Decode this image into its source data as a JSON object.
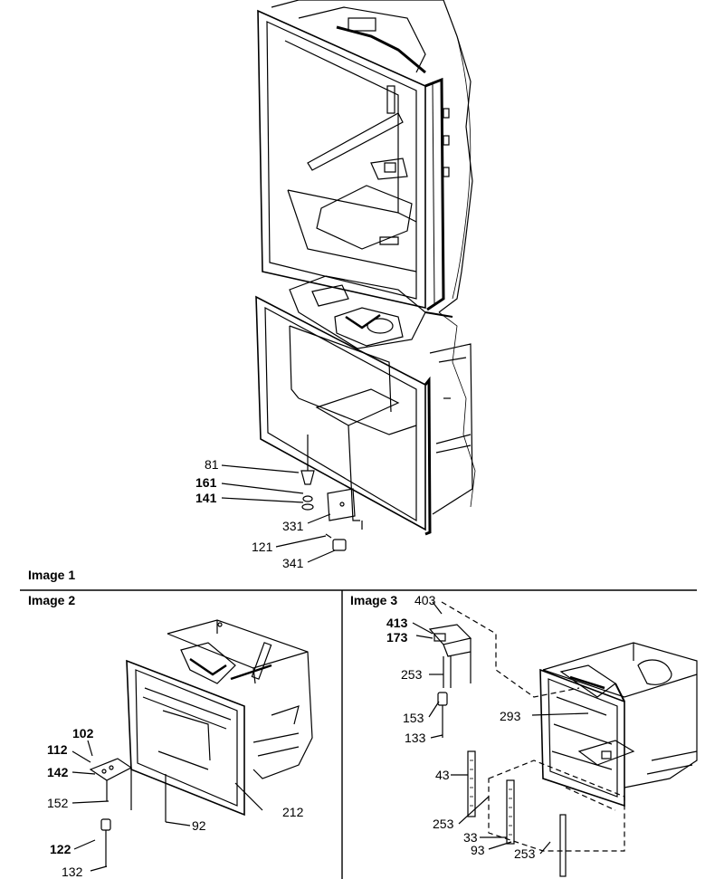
{
  "image1": {
    "caption": "Image 1",
    "labels": [
      "81",
      "161",
      "141",
      "331",
      "121",
      "341"
    ]
  },
  "image2": {
    "caption": "Image 2",
    "labels": [
      "102",
      "112",
      "142",
      "152",
      "92",
      "212",
      "122",
      "132"
    ]
  },
  "image3": {
    "caption": "Image 3",
    "labels": [
      "403",
      "413",
      "173",
      "253",
      "153",
      "133",
      "293",
      "43",
      "253",
      "33",
      "93",
      "253"
    ]
  }
}
